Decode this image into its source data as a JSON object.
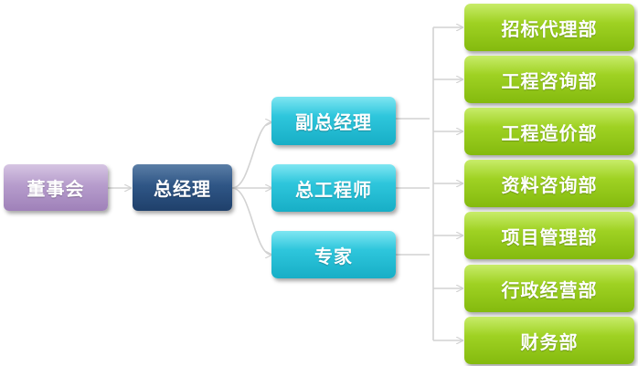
{
  "nodes": {
    "board": "董事会",
    "gm": "总经理",
    "deputy_gm": "副总经理",
    "chief_engineer": "总工程师",
    "expert": "专家"
  },
  "departments": [
    "招标代理部",
    "工程咨询部",
    "工程造价部",
    "资料咨询部",
    "项目管理部",
    "行政经营部",
    "财务部"
  ],
  "colors": {
    "connector": "#d2d2d2",
    "board": "#b69ccc",
    "gm": "#2f5686",
    "level2": "#2ec6dc",
    "department": "#9fd223"
  }
}
